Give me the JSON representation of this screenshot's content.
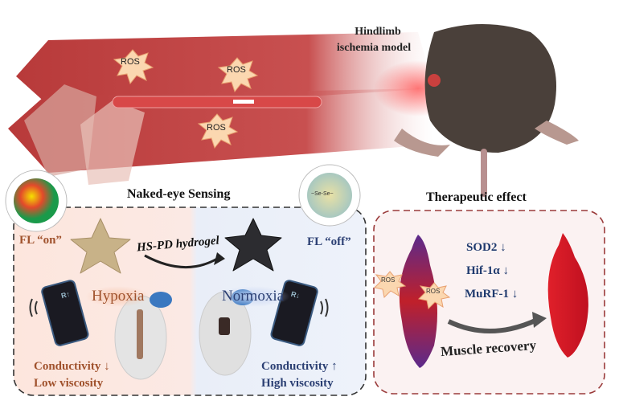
{
  "top": {
    "ros_labels": [
      "ROS",
      "ROS",
      "ROS"
    ],
    "model_label_line1": "Hindlimb",
    "model_label_line2": "ischemia model"
  },
  "sensing": {
    "title": "Naked-eye Sensing",
    "fl_on": "FL “on”",
    "fl_off": "FL “off”",
    "hydrogel_label": "HS-PD hydrogel",
    "se_label": "~Se-Se~",
    "phone_left_label": "R↑",
    "phone_right_label": "R↓",
    "hypoxia": "Hypoxia",
    "normoxia": "Normoxia",
    "left_line1": "Conductivity ↓",
    "left_line2": "Low viscosity",
    "right_line1": "Conductivity ↑",
    "right_line2": "High viscosity"
  },
  "therapy": {
    "title": "Therapeutic effect",
    "markers": [
      "SOD2 ↓",
      "Hif-1α ↓",
      "MuRF-1 ↓"
    ],
    "ros_labels": [
      "ROS",
      "ROS"
    ],
    "recovery": "Muscle recovery"
  },
  "colors": {
    "hypoxia": "#a0522d",
    "normoxia": "#2b3f73",
    "box_red": "#9a3a3a",
    "muscle": "#c8102e"
  }
}
